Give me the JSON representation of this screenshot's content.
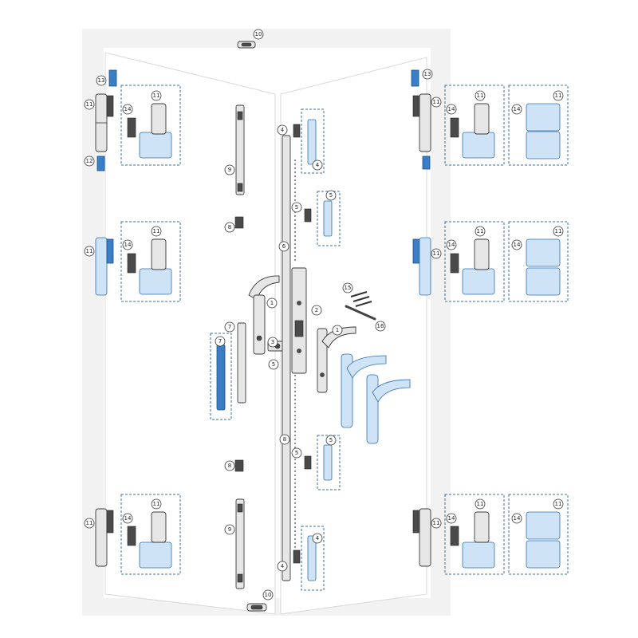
{
  "diagram": {
    "background": "#ffffff",
    "colors": {
      "frame": "#f2f2f2",
      "callout_border": "#333333",
      "detail_box": "#3f6f9a",
      "blue_part": "#3a7ec6",
      "grey_part": "#e6e6e6"
    },
    "callouts": {
      "c1": "1",
      "c2": "2",
      "c3": "3",
      "c4": "4",
      "c5": "5",
      "c6": "6",
      "c7": "7",
      "c8": "8",
      "c9": "9",
      "c10": "10",
      "c11": "11",
      "c12": "12",
      "c13": "13",
      "c14": "14",
      "c15": "15",
      "c16": "16"
    }
  }
}
